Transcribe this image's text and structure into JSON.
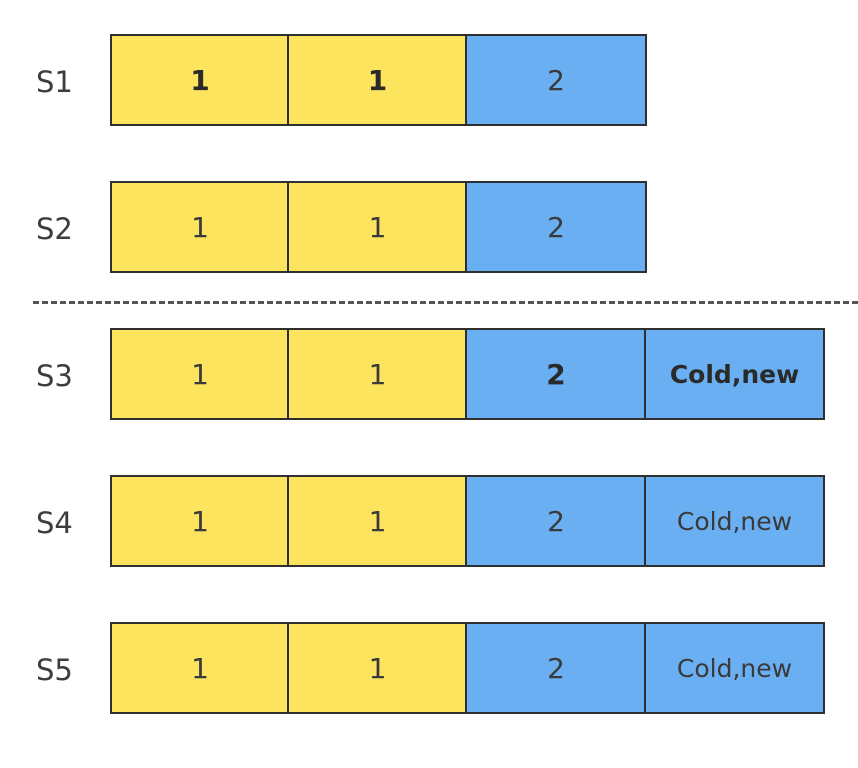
{
  "colors": {
    "yellow": "#fce45e",
    "blue": "#6aaff2",
    "border": "#2f2f2f"
  },
  "rows": [
    {
      "label": "S1",
      "cells": [
        {
          "text": "1",
          "color": "yellow",
          "bold": true
        },
        {
          "text": "1",
          "color": "yellow",
          "bold": true
        },
        {
          "text": "2",
          "color": "blue",
          "bold": false
        }
      ]
    },
    {
      "label": "S2",
      "cells": [
        {
          "text": "1",
          "color": "yellow",
          "bold": false
        },
        {
          "text": "1",
          "color": "yellow",
          "bold": false
        },
        {
          "text": "2",
          "color": "blue",
          "bold": false
        }
      ]
    },
    {
      "label": "S3",
      "cells": [
        {
          "text": "1",
          "color": "yellow",
          "bold": false
        },
        {
          "text": "1",
          "color": "yellow",
          "bold": false
        },
        {
          "text": "2",
          "color": "blue",
          "bold": true
        },
        {
          "text": "Cold,new",
          "color": "blue",
          "bold": true
        }
      ]
    },
    {
      "label": "S4",
      "cells": [
        {
          "text": "1",
          "color": "yellow",
          "bold": false
        },
        {
          "text": "1",
          "color": "yellow",
          "bold": false
        },
        {
          "text": "2",
          "color": "blue",
          "bold": false
        },
        {
          "text": "Cold,new",
          "color": "blue",
          "bold": false
        }
      ]
    },
    {
      "label": "S5",
      "cells": [
        {
          "text": "1",
          "color": "yellow",
          "bold": false
        },
        {
          "text": "1",
          "color": "yellow",
          "bold": false
        },
        {
          "text": "2",
          "color": "blue",
          "bold": false
        },
        {
          "text": "Cold,new",
          "color": "blue",
          "bold": false
        }
      ]
    }
  ]
}
